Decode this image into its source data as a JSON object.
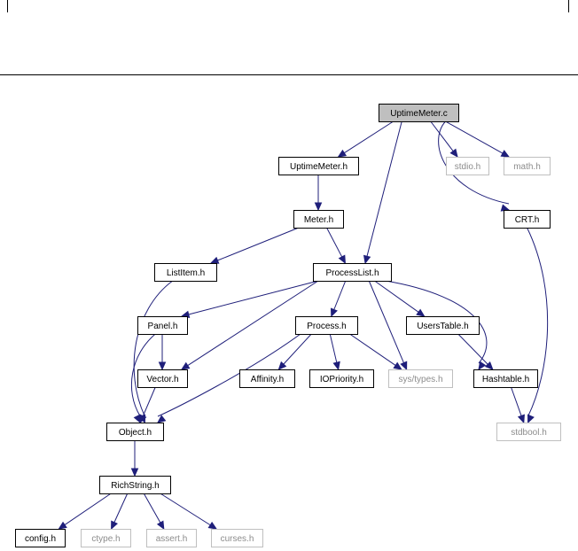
{
  "diagram": {
    "nodes": [
      {
        "id": "uptimemeter_c",
        "label": "UptimeMeter.c",
        "kind": "root"
      },
      {
        "id": "uptimemeter_h",
        "label": "UptimeMeter.h",
        "kind": "local"
      },
      {
        "id": "stdio_h",
        "label": "stdio.h",
        "kind": "external"
      },
      {
        "id": "math_h",
        "label": "math.h",
        "kind": "external"
      },
      {
        "id": "meter_h",
        "label": "Meter.h",
        "kind": "local"
      },
      {
        "id": "crt_h",
        "label": "CRT.h",
        "kind": "local"
      },
      {
        "id": "listitem_h",
        "label": "ListItem.h",
        "kind": "local"
      },
      {
        "id": "processlist_h",
        "label": "ProcessList.h",
        "kind": "local"
      },
      {
        "id": "panel_h",
        "label": "Panel.h",
        "kind": "local"
      },
      {
        "id": "process_h",
        "label": "Process.h",
        "kind": "local"
      },
      {
        "id": "userstable_h",
        "label": "UsersTable.h",
        "kind": "local"
      },
      {
        "id": "vector_h",
        "label": "Vector.h",
        "kind": "local"
      },
      {
        "id": "affinity_h",
        "label": "Affinity.h",
        "kind": "local"
      },
      {
        "id": "iopriority_h",
        "label": "IOPriority.h",
        "kind": "local"
      },
      {
        "id": "systypes_h",
        "label": "sys/types.h",
        "kind": "external"
      },
      {
        "id": "hashtable_h",
        "label": "Hashtable.h",
        "kind": "local"
      },
      {
        "id": "object_h",
        "label": "Object.h",
        "kind": "local"
      },
      {
        "id": "stdbool_h",
        "label": "stdbool.h",
        "kind": "external"
      },
      {
        "id": "richstring_h",
        "label": "RichString.h",
        "kind": "local"
      },
      {
        "id": "config_h",
        "label": "config.h",
        "kind": "local"
      },
      {
        "id": "ctype_h",
        "label": "ctype.h",
        "kind": "external"
      },
      {
        "id": "assert_h",
        "label": "assert.h",
        "kind": "external"
      },
      {
        "id": "curses_h",
        "label": "curses.h",
        "kind": "external"
      }
    ],
    "edges": [
      [
        "uptimemeter_c",
        "uptimemeter_h"
      ],
      [
        "uptimemeter_c",
        "processlist_h"
      ],
      [
        "uptimemeter_c",
        "stdio_h"
      ],
      [
        "uptimemeter_c",
        "math_h"
      ],
      [
        "uptimemeter_c",
        "crt_h"
      ],
      [
        "uptimemeter_h",
        "meter_h"
      ],
      [
        "meter_h",
        "listitem_h"
      ],
      [
        "meter_h",
        "processlist_h"
      ],
      [
        "listitem_h",
        "object_h"
      ],
      [
        "processlist_h",
        "panel_h"
      ],
      [
        "processlist_h",
        "vector_h"
      ],
      [
        "processlist_h",
        "process_h"
      ],
      [
        "processlist_h",
        "systypes_h"
      ],
      [
        "processlist_h",
        "userstable_h"
      ],
      [
        "processlist_h",
        "hashtable_h"
      ],
      [
        "panel_h",
        "vector_h"
      ],
      [
        "panel_h",
        "object_h"
      ],
      [
        "process_h",
        "affinity_h"
      ],
      [
        "process_h",
        "iopriority_h"
      ],
      [
        "process_h",
        "systypes_h"
      ],
      [
        "process_h",
        "object_h"
      ],
      [
        "userstable_h",
        "hashtable_h"
      ],
      [
        "vector_h",
        "object_h"
      ],
      [
        "hashtable_h",
        "stdbool_h"
      ],
      [
        "crt_h",
        "stdbool_h"
      ],
      [
        "object_h",
        "richstring_h"
      ],
      [
        "richstring_h",
        "config_h"
      ],
      [
        "richstring_h",
        "ctype_h"
      ],
      [
        "richstring_h",
        "assert_h"
      ],
      [
        "richstring_h",
        "curses_h"
      ]
    ]
  }
}
